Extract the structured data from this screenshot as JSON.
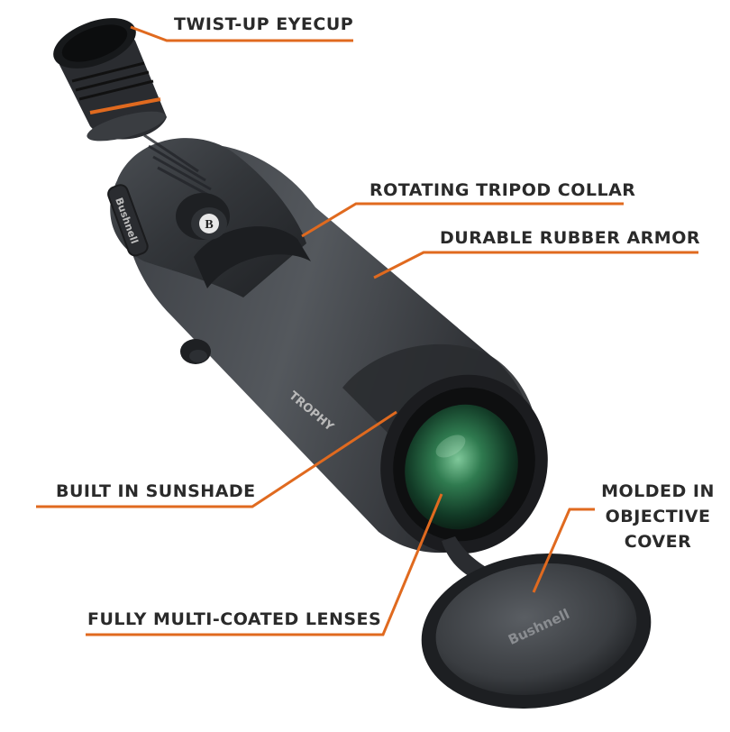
{
  "colors": {
    "accent": "#e06a1f",
    "text": "#2a2a2a",
    "body_dark": "#2b2d30",
    "body_mid": "#3a3d41",
    "body_light": "#55595e",
    "lens_green": "#2f7a4f"
  },
  "callouts": {
    "eyecup": "TWIST-UP EYECUP",
    "collar": "ROTATING TRIPOD COLLAR",
    "armor": "DURABLE RUBBER ARMOR",
    "sunshade": "BUILT IN SUNSHADE",
    "cover_line1": "MOLDED IN",
    "cover_line2": "OBJECTIVE",
    "cover_line3": "COVER",
    "lenses": "FULLY MULTI-COATED LENSES"
  },
  "product": {
    "brand": "Bushnell",
    "model": "TROPHY"
  }
}
